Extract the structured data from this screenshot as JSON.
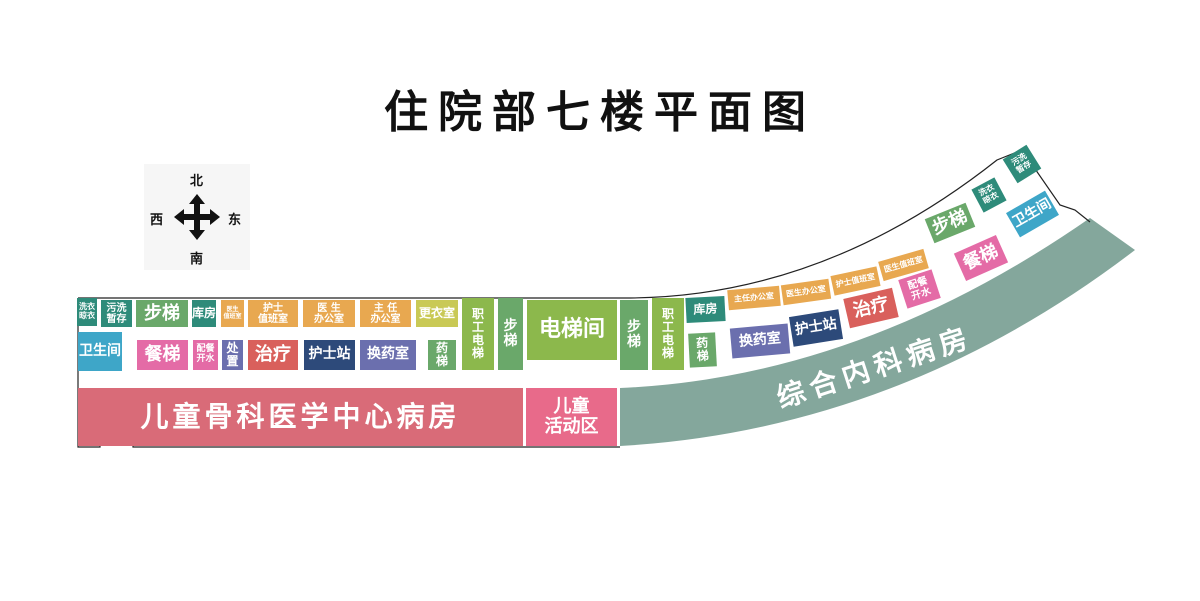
{
  "title": "住院部七楼平面图",
  "compass": {
    "north": "北",
    "south": "南",
    "east": "东",
    "west": "西"
  },
  "colors": {
    "teal": "#2e8b7a",
    "green": "#6aa86a",
    "lime": "#8cb84c",
    "orange": "#e8a850",
    "yellow": "#c9c955",
    "blue": "#3ea6c8",
    "pink": "#e46ba6",
    "purple": "#6b6fae",
    "red": "#d9605c",
    "navy": "#2d4a7a",
    "ward_left": "#d96b78",
    "activity": "#e86a8a",
    "ward_right": "#84a79c"
  },
  "left": {
    "laundry": "洗衣\n晾衣",
    "dirty": "污洗\n暂存",
    "stairs": "步梯",
    "storage": "库房",
    "doctor_duty": "医生\n值班室",
    "nurse_duty": "护士\n值班室",
    "doctor_office": "医 生\n办公室",
    "director_office": "主 任\n办公室",
    "locker": "更衣室",
    "toilet": "卫生间",
    "food_lift": "餐梯",
    "pantry": "配餐\n开水",
    "disposal": "处\n置",
    "treatment": "治疗",
    "nurse_station": "护士站",
    "dressing": "换药室",
    "drug_lift": "药\n梯"
  },
  "center": {
    "staff_lift_1": "职\n工\n电\n梯",
    "stairs_1": "步\n梯",
    "elevator_hall": "电梯间",
    "stairs_2": "步\n梯",
    "staff_lift_2": "职\n工\n电\n梯",
    "ward_left": "儿童骨科医学中心病房",
    "activity": "儿童\n活动区"
  },
  "right": {
    "drug_lift": "药\n梯",
    "storage": "库房",
    "director_office": "主任办公室",
    "doctor_office": "医生办公室",
    "nurse_duty": "护士值班室",
    "doctor_duty": "医生值班室",
    "stairs": "步梯",
    "laundry": "洗衣\n晾衣",
    "dirty": "污洗\n暂存",
    "dressing": "换药室",
    "nurse_station": "护士站",
    "treatment": "治疗",
    "pantry": "配餐\n开水",
    "food_lift": "餐梯",
    "toilet": "卫生间",
    "ward_right": "综合内科病房"
  }
}
